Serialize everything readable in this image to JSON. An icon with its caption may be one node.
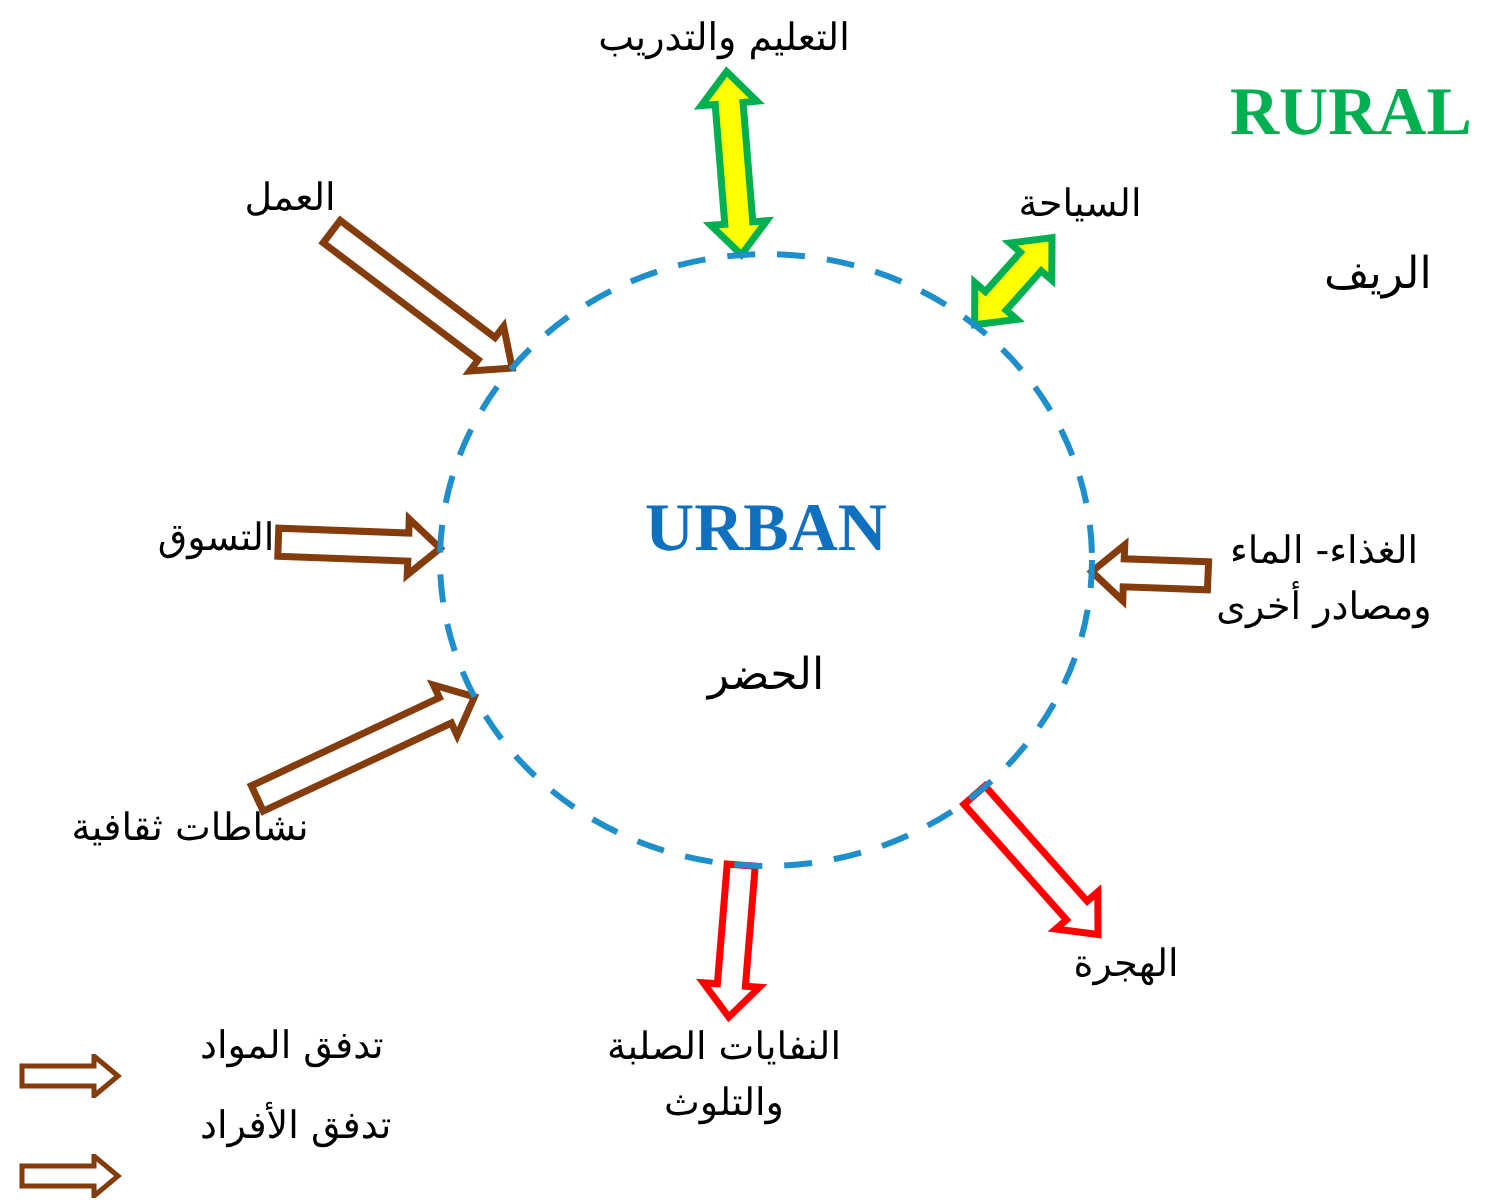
{
  "diagram": {
    "nodes": [
      {
        "text": [
          "URBAN",
          "الحضر"
        ]
      },
      {
        "text": [
          "التعليم والتدريب"
        ]
      },
      {
        "text": [
          "السياحة"
        ]
      },
      {
        "text": [
          "العمل"
        ]
      },
      {
        "text": [
          "التسوق"
        ]
      },
      {
        "text": [
          "نشاطات ثقافية"
        ]
      },
      {
        "text": [
          "الغذاء- الماء ومصادر أخرى"
        ]
      },
      {
        "text": [
          "النفايات الصلبة والتلوث"
        ]
      },
      {
        "text": [
          "الهجرة"
        ]
      }
    ],
    "edges": [
      {
        "from": 1,
        "to": 0,
        "arrow": "both",
        "style": "thick",
        "color": "#00b050"
      },
      {
        "from": 2,
        "to": 0,
        "arrow": "both",
        "style": "thick",
        "color": "#00b050"
      },
      {
        "from": 3,
        "to": 0,
        "arrow": "to",
        "style": "thick"
      },
      {
        "from": 4,
        "to": 0,
        "arrow": "to",
        "style": "thick"
      },
      {
        "from": 5,
        "to": 0,
        "arrow": "to",
        "style": "thick"
      },
      {
        "from": 6,
        "to": 0,
        "arrow": "to",
        "style": "thick"
      },
      {
        "from": 0,
        "to": 7,
        "arrow": "to",
        "style": "thick",
        "color": "#ff0000"
      },
      {
        "from": 0,
        "to": 8,
        "arrow": "to",
        "style": "thick",
        "color": "#ff0000"
      }
    ],
    "labels": [
      "RURAL",
      "الريف"
    ],
    "legend": [
      {
        "text": "تدفق المواد"
      },
      {
        "text": "تدفق الأفراد"
      }
    ]
  }
}
